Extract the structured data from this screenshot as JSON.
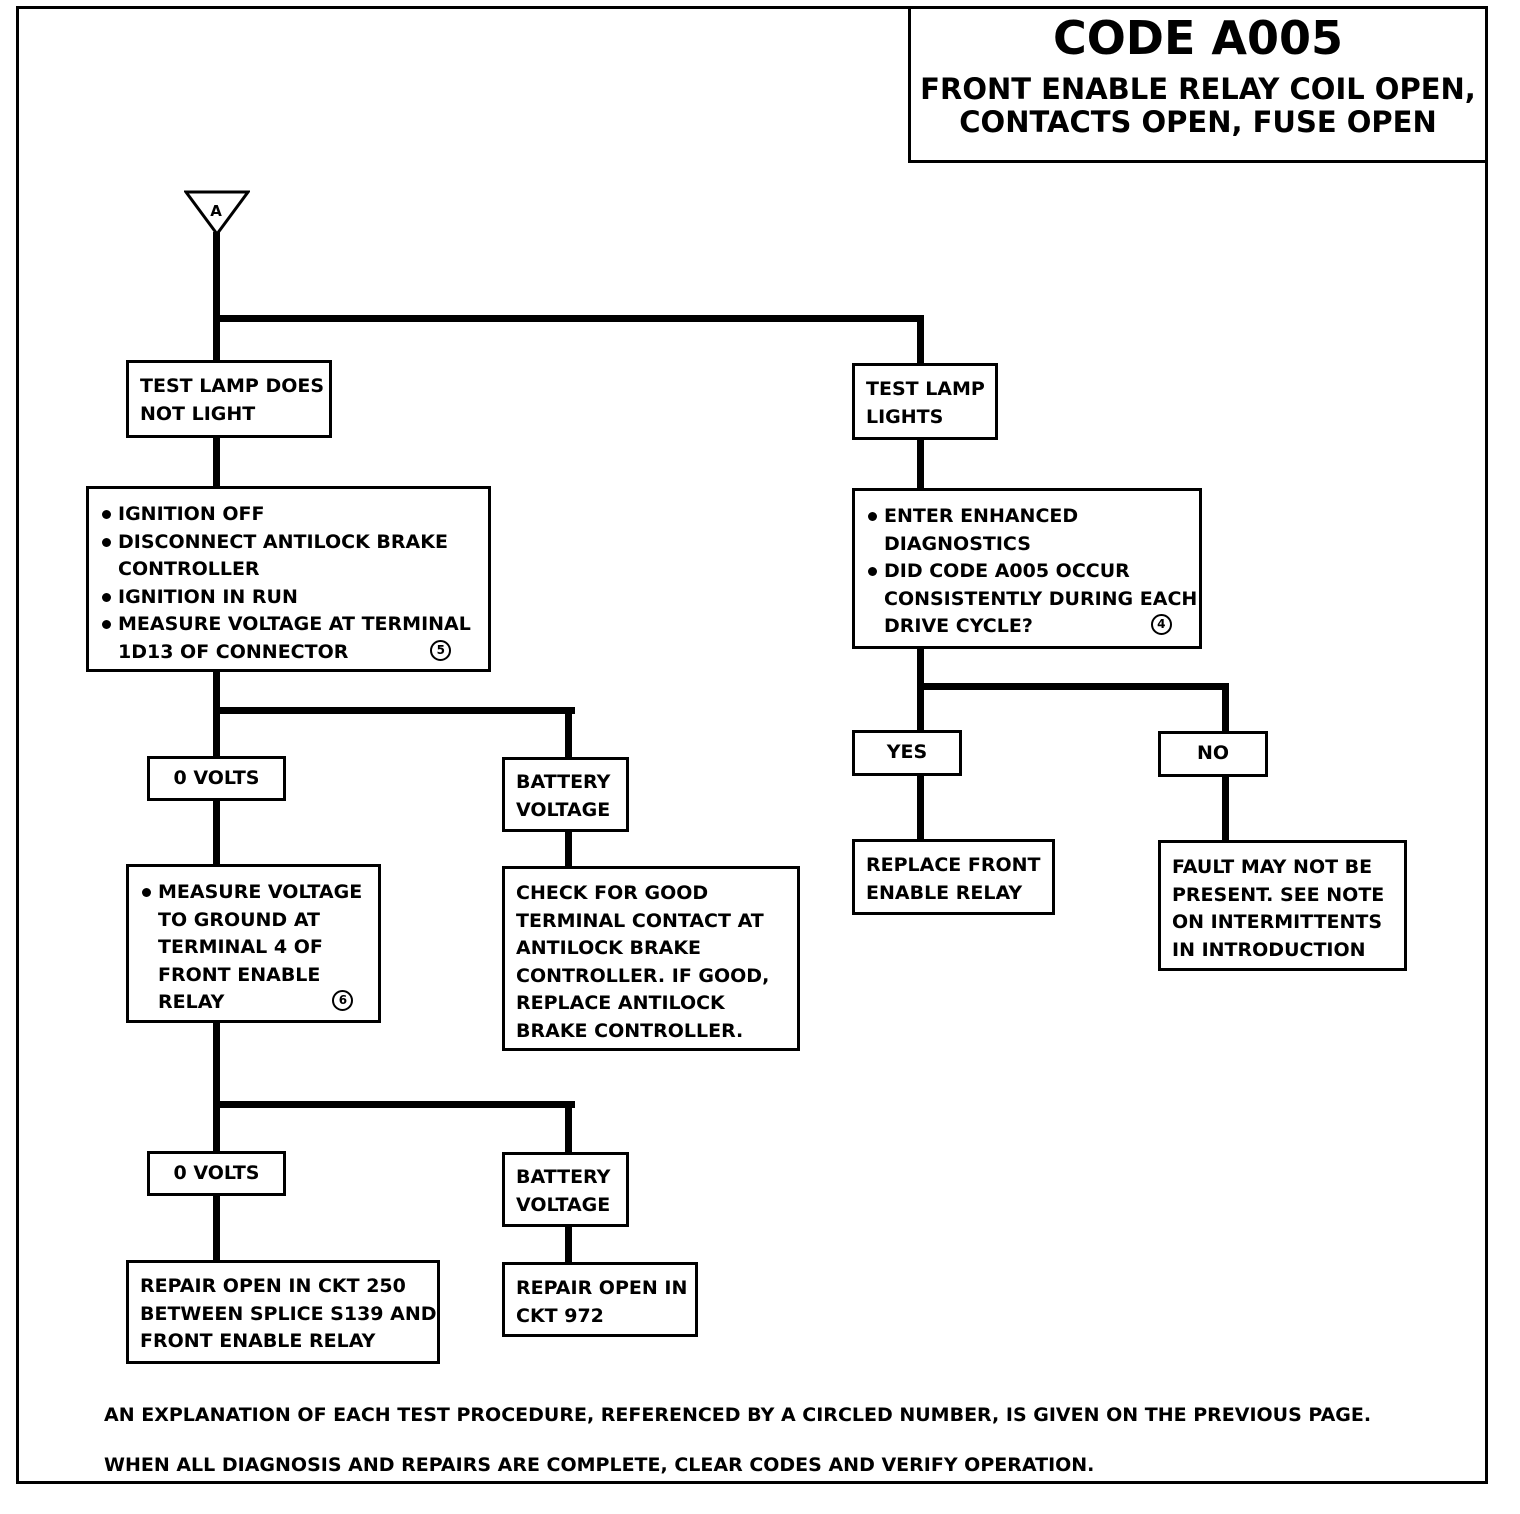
{
  "header": {
    "code": "CODE A005",
    "subtitle_line1": "FRONT ENABLE RELAY COIL OPEN,",
    "subtitle_line2": "CONTACTS OPEN, FUSE OPEN"
  },
  "start_marker": "A",
  "nodes": {
    "lamp_not_light": [
      "TEST LAMP DOES",
      "NOT LIGHT"
    ],
    "lamp_lights": [
      "TEST LAMP",
      "LIGHTS"
    ],
    "steps_left": {
      "items": [
        [
          "IGNITION OFF"
        ],
        [
          "DISCONNECT ANTILOCK BRAKE",
          "CONTROLLER"
        ],
        [
          "IGNITION IN RUN"
        ],
        [
          "MEASURE VOLTAGE AT TERMINAL",
          "1D13 OF CONNECTOR"
        ]
      ],
      "ref": "5"
    },
    "steps_right": {
      "items": [
        [
          "ENTER ENHANCED",
          "DIAGNOSTICS"
        ],
        [
          "DID CODE A005 OCCUR",
          "CONSISTENTLY DURING EACH",
          "DRIVE CYCLE?"
        ]
      ],
      "ref": "4"
    },
    "zero_volts_1": "0 VOLTS",
    "battery_voltage_1": [
      "BATTERY",
      "VOLTAGE"
    ],
    "measure_ground": {
      "items": [
        [
          "MEASURE VOLTAGE",
          "TO GROUND AT",
          "TERMINAL 4 OF",
          "FRONT ENABLE",
          "RELAY"
        ]
      ],
      "ref": "6"
    },
    "check_terminal": [
      "CHECK FOR GOOD",
      "TERMINAL CONTACT AT",
      "ANTILOCK BRAKE",
      "CONTROLLER. IF GOOD,",
      "REPLACE ANTILOCK",
      "BRAKE CONTROLLER."
    ],
    "zero_volts_2": "0 VOLTS",
    "battery_voltage_2": [
      "BATTERY",
      "VOLTAGE"
    ],
    "repair_ckt250": [
      "REPAIR OPEN IN CKT 250",
      "BETWEEN SPLICE S139 AND",
      "FRONT ENABLE RELAY"
    ],
    "repair_ckt972": [
      "REPAIR OPEN IN",
      "CKT 972"
    ],
    "yes": "YES",
    "no": "NO",
    "replace_relay": [
      "REPLACE FRONT",
      "ENABLE RELAY"
    ],
    "fault_note": [
      "FAULT MAY NOT BE",
      "PRESENT. SEE NOTE",
      "ON INTERMITTENTS",
      "IN INTRODUCTION"
    ]
  },
  "footer": {
    "note1": "AN EXPLANATION OF EACH TEST PROCEDURE, REFERENCED BY A CIRCLED NUMBER,  IS GIVEN ON THE PREVIOUS  PAGE.",
    "note2": "WHEN ALL DIAGNOSIS AND REPAIRS ARE COMPLETE, CLEAR CODES AND VERIFY OPERATION."
  }
}
